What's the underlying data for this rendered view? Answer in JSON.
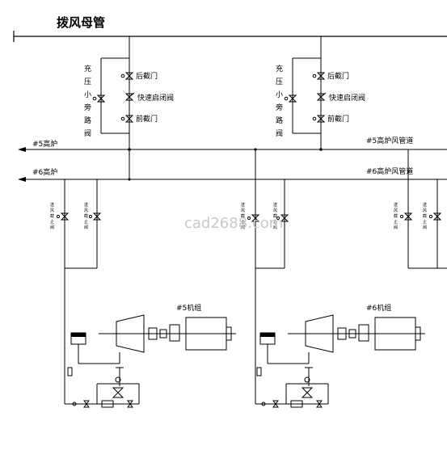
{
  "diagram": {
    "title": "拨风母管",
    "left_branch": {
      "bypass_label": "充压小旁路阀",
      "valve_rear": "后截门",
      "valve_quick": "快速启闭阀",
      "valve_front": "前截门"
    },
    "right_branch": {
      "bypass_label": "充压小旁路阀",
      "valve_rear": "后截门",
      "valve_quick": "快速启闭阀",
      "valve_front": "前截门"
    },
    "left_arrow_top": "#5高炉",
    "left_arrow_bottom": "#6高炉",
    "right_header_top": "#5高炉风管道",
    "right_header_bottom": "#6高炉风管道",
    "unit_left_label": "#5机组",
    "unit_right_label": "#6机组",
    "vertical_small_labels": [
      "送风截止阀",
      "送风截止阀",
      "送风截止阀",
      "送风截止阀",
      "送风截止阀",
      "送风截止阀"
    ],
    "watermark": "cad2688.com"
  }
}
